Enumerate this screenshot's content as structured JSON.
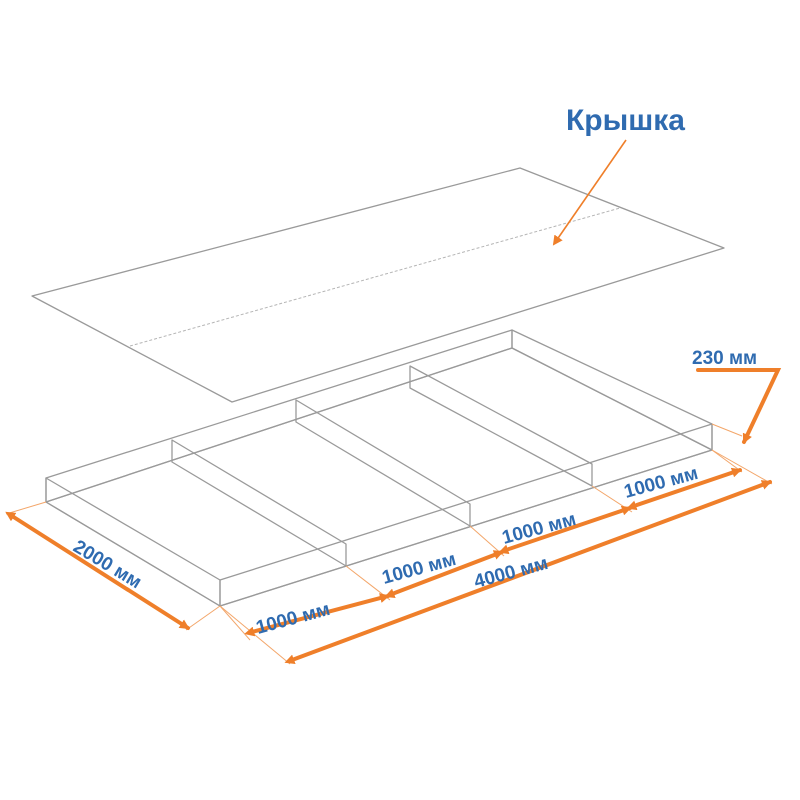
{
  "labels": {
    "lid": "Крышка",
    "height": "230 мм",
    "width": "2000 мм",
    "section_1": "1000 мм",
    "section_2": "1000 мм",
    "section_3": "1000 мм",
    "section_4": "1000 мм",
    "total_length": "4000 мм"
  },
  "colors": {
    "label_blue": "#2f6bb0",
    "dimension_orange": "#ef7f2a",
    "mesh_grey": "#a0a0a0"
  }
}
